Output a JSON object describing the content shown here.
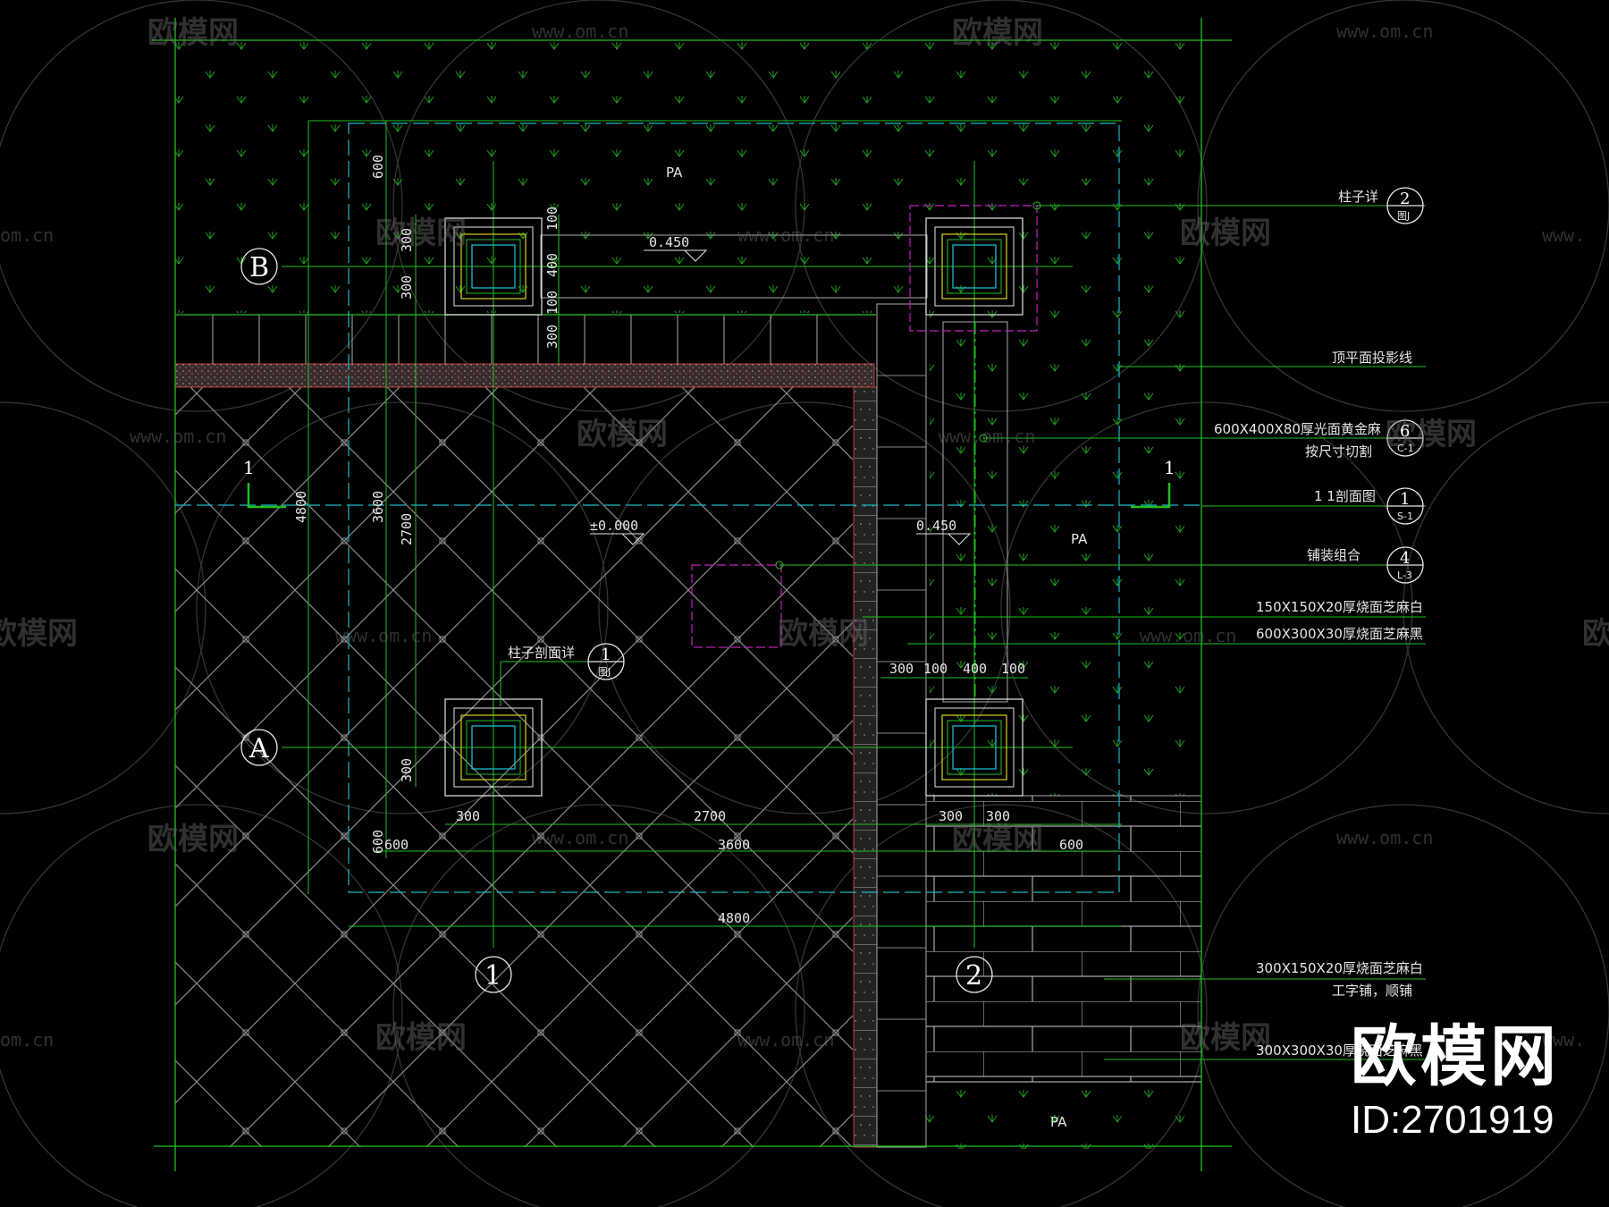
{
  "watermark": {
    "name": "欧模网",
    "url": "www.om.cn",
    "url_cut_right": "www.",
    "url_cut_left": "om.cn",
    "name_cut_right": "欧",
    "name_cut_left": "欧模网"
  },
  "brand": {
    "name": "欧模网",
    "id": "ID:2701919"
  },
  "grid_labels": {
    "a": "A",
    "b": "B",
    "one": "1",
    "two": "2"
  },
  "section_marks": {
    "left": "1",
    "right": "1"
  },
  "zones": {
    "pa_top": "PA",
    "pa_right": "PA",
    "pa_bottom": "PA"
  },
  "levels": {
    "top_beam": "0.450",
    "right_beam": "0.450",
    "ground": "±0.000"
  },
  "dims": {
    "d600": "600",
    "d100": "100",
    "d400": "400",
    "d300": "300",
    "d4800": "4800",
    "d3600": "3600",
    "d2700": "2700"
  },
  "callouts": {
    "pillar_detail": {
      "text": "柱子详",
      "num": "2",
      "sheet": "图J"
    },
    "ceiling_projection": {
      "text": "顶平面投影线"
    },
    "slab": {
      "text1": "600X400X80厚光面黄金麻",
      "text2": "按尺寸切割",
      "num": "6",
      "sheet": "C-1"
    },
    "section": {
      "text": "1 1剖面图",
      "num": "1",
      "sheet": "S-1"
    },
    "paving": {
      "text": "铺装组合",
      "num": "4",
      "sheet": "L-3"
    },
    "granite_150": {
      "text": "150X150X20厚烧面芝麻白"
    },
    "granite_600": {
      "text": "600X300X30厚烧面芝麻黑"
    },
    "pillar_section": {
      "text": "柱子剖面详",
      "num": "1",
      "sheet": "图J"
    },
    "granite_300_150": {
      "text1": "300X150X20厚烧面芝麻白",
      "text2": "工字铺，顺铺"
    },
    "granite_300_300": {
      "text": "300X300X30厚烧面芝麻黑"
    }
  },
  "colors": {
    "green": "#21c021",
    "white": "#e6e6e6",
    "magenta": "#c020c0",
    "red": "#d04040",
    "cyan": "#19b8c8",
    "yellow": "#d8d020",
    "grey": "#6a6a6a"
  }
}
